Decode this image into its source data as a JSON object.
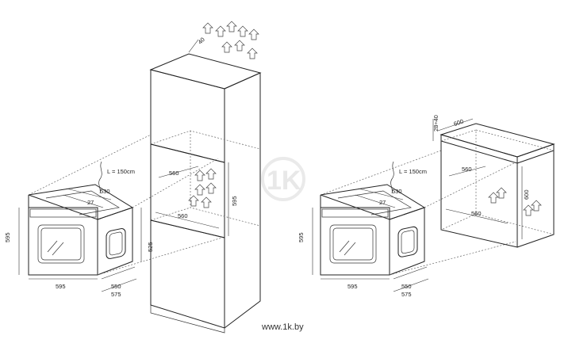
{
  "left_unit": {
    "oven": {
      "cable": "L = 150cm",
      "depth_top": "530",
      "inner_depth": "27",
      "height": "595",
      "side_height": "525",
      "width": "595",
      "depth_a": "550",
      "depth_b": "575"
    },
    "cabinet": {
      "vent_gap": "40",
      "niche_depth": "560",
      "niche_width": "560",
      "niche_height": "595"
    }
  },
  "right_unit": {
    "oven": {
      "cable": "L = 150cm",
      "depth_top": "530",
      "inner_depth": "27",
      "height": "595",
      "width": "595",
      "depth_a": "550",
      "depth_b": "575"
    },
    "cabinet": {
      "gap": "28÷40",
      "width_top": "600",
      "niche_depth": "560",
      "niche_width": "560",
      "niche_height": "600"
    }
  },
  "watermark": "1K",
  "footer_url": "www.1k.by",
  "colors": {
    "line": "#222222",
    "background": "#ffffff",
    "watermark": "#e8e8e8"
  }
}
